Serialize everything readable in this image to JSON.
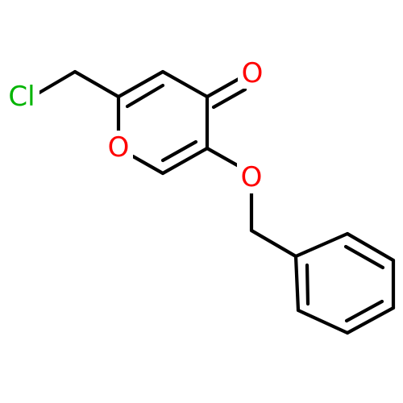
{
  "molecule": {
    "atoms": {
      "cl": {
        "symbol": "Cl",
        "color": "#00b400"
      },
      "o_ring": {
        "symbol": "O",
        "color": "#ff0000"
      },
      "o_carbonyl": {
        "symbol": "O",
        "color": "#ff0000"
      },
      "o_ether": {
        "symbol": "O",
        "color": "#ff0000"
      }
    },
    "bond_color": "#000000"
  }
}
